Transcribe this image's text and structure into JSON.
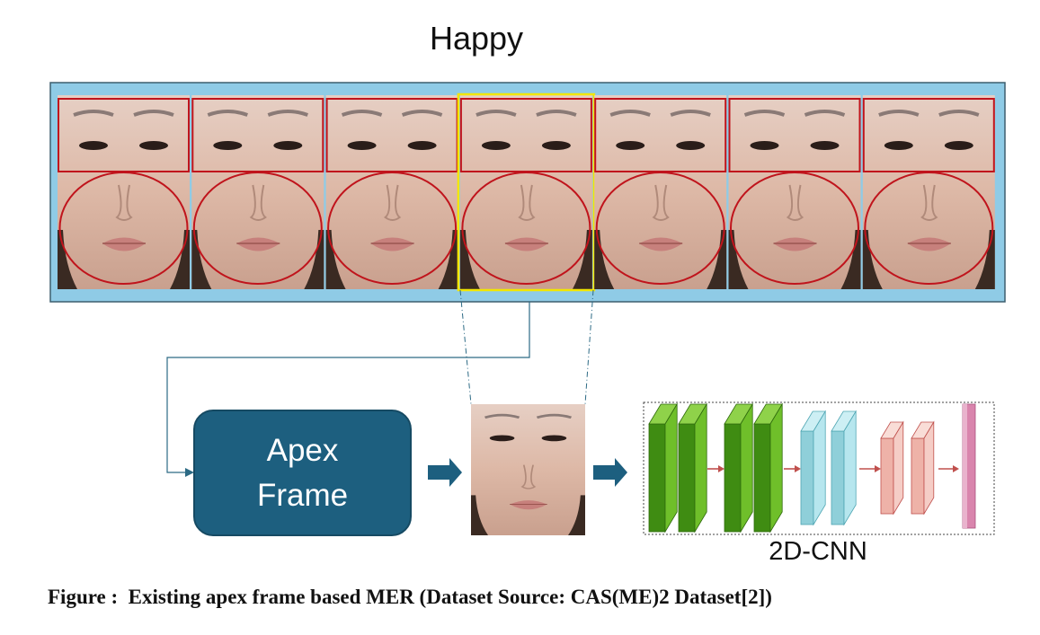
{
  "title": "Happy",
  "apex_box": {
    "line1": "Apex",
    "line2": "Frame"
  },
  "cnn_label": "2D-CNN",
  "caption": "Figure :  Existing apex frame based MER (Dataset Source: CAS(ME)2 Dataset[2])",
  "frames": {
    "count": 7,
    "apex_index": 3
  },
  "colors": {
    "strip_background": "#8fcbe6",
    "roi_outline": "#c0141c",
    "apex_highlight": "#f2e600",
    "apex_box_fill": "#1d5f7f",
    "connector": "#2c6a85",
    "cnn_green": "#5aa81e",
    "cnn_cyan": "#a8dde6",
    "cnn_pink": "#f2c2ba",
    "cnn_magenta": "#d985ad",
    "cnn_arrow": "#c0504d"
  }
}
